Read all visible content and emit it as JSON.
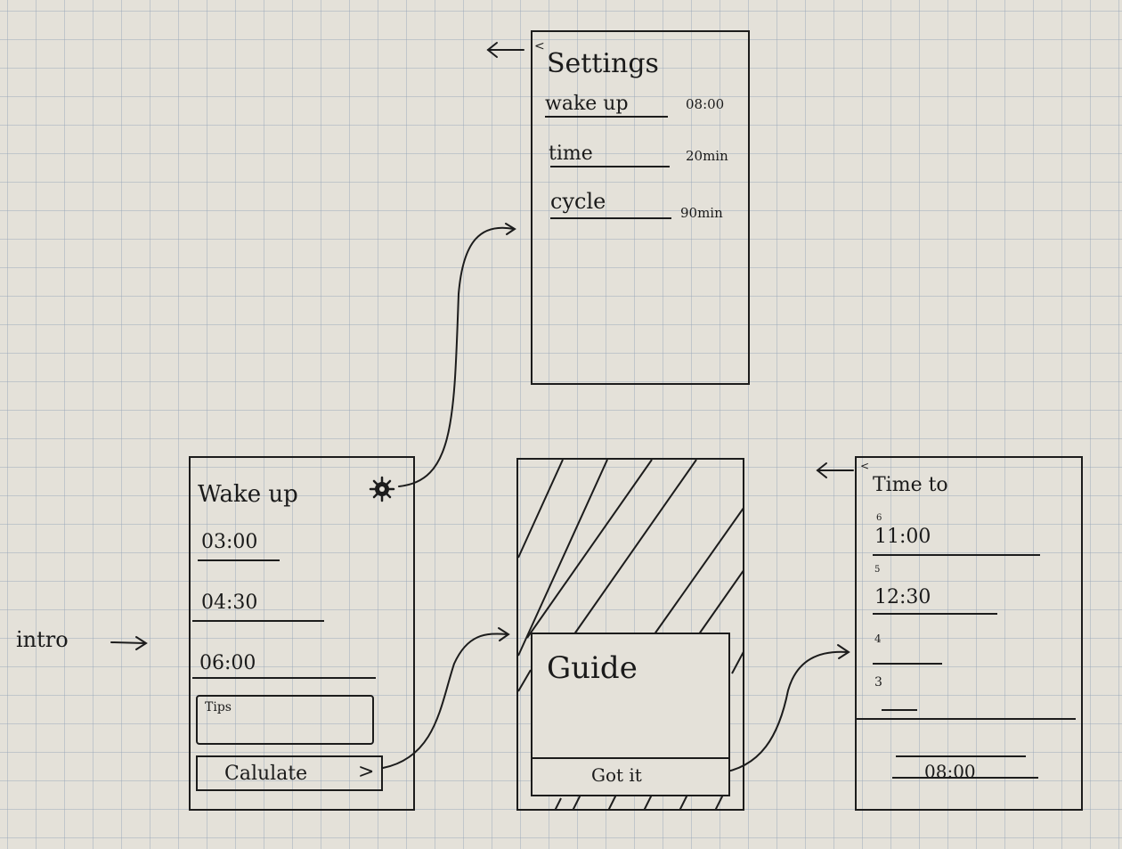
{
  "settings": {
    "back_arrow": "←",
    "title": "Settings",
    "rows": [
      {
        "label": "wake up",
        "value": "08:00"
      },
      {
        "label": "time",
        "value": "20min"
      },
      {
        "label": "cycle",
        "value": "90min"
      }
    ]
  },
  "intro": {
    "label": "intro",
    "arrow": "→"
  },
  "wakeup": {
    "title": "Wake up",
    "times": [
      "03:00",
      "04:30",
      "06:00"
    ],
    "tips": "Tips",
    "calculate": "Calulate",
    "calculate_chevron": ">"
  },
  "guide": {
    "title": "Guide",
    "button": "Got it"
  },
  "timeto": {
    "back_arrow": "←",
    "title": "Time to",
    "items": [
      {
        "marker": "6",
        "time": "11:00"
      },
      {
        "marker": "5",
        "time": "12:30"
      },
      {
        "marker": "4",
        "time": ""
      },
      {
        "marker": "3",
        "time": ""
      }
    ],
    "footer_time": "08:00"
  },
  "icons": {
    "settings": "gear-icon",
    "back": "arrow-left-icon"
  }
}
